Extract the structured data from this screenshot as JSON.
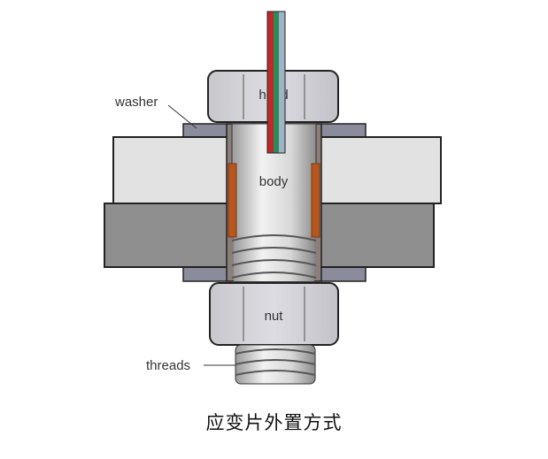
{
  "labels": {
    "head": "head",
    "body": "body",
    "washer": "washer",
    "nut": "nut",
    "threads": "threads"
  },
  "caption": "应变片外置方式",
  "colors": {
    "gauge": "#b8561f",
    "wire_red": "#c0282a",
    "wire_green": "#2e8b57",
    "wire_blue": "#9fb3c8",
    "washer": "#8a8c9c",
    "plate_upper": "#e2e2e2",
    "plate_lower": "#8f8f8f"
  }
}
